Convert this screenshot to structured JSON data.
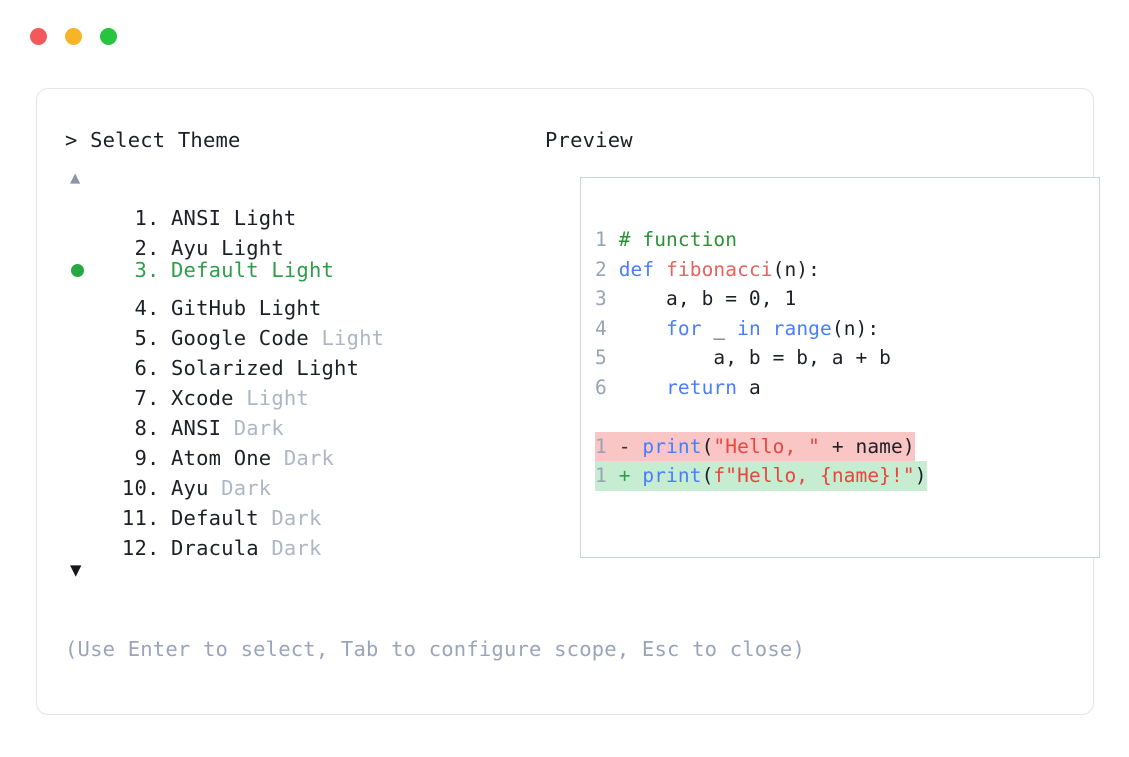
{
  "window": {
    "traffic_lights": [
      {
        "name": "close",
        "color": "#f3595b"
      },
      {
        "name": "minimize",
        "color": "#f5b527"
      },
      {
        "name": "maximize",
        "color": "#27c440"
      }
    ]
  },
  "prompt": {
    "caret": ">",
    "title": "Select Theme"
  },
  "preview": {
    "label": "Preview"
  },
  "scroll": {
    "up_icon": "▲",
    "down_icon": "▼"
  },
  "selection": {
    "selected_index": 3,
    "bullet_color": "#27a844",
    "selected_color": "#2e9e4a"
  },
  "themes": [
    {
      "index": "1",
      "dot": ".",
      "name": "ANSI",
      "variant": "Light",
      "variant_dim": false,
      "selected": false
    },
    {
      "index": "2",
      "dot": ".",
      "name": "Ayu",
      "variant": "Light",
      "variant_dim": false,
      "selected": false
    },
    {
      "index": "3",
      "dot": ".",
      "name": "Default",
      "variant": "Light",
      "variant_dim": false,
      "selected": true
    },
    {
      "index": "4",
      "dot": ".",
      "name": "GitHub",
      "variant": "Light",
      "variant_dim": false,
      "selected": false
    },
    {
      "index": "5",
      "dot": ".",
      "name": "Google Code",
      "variant": "Light",
      "variant_dim": true,
      "selected": false
    },
    {
      "index": "6",
      "dot": ".",
      "name": "Solarized",
      "variant": "Light",
      "variant_dim": false,
      "selected": false
    },
    {
      "index": "7",
      "dot": ".",
      "name": "Xcode",
      "variant": "Light",
      "variant_dim": true,
      "selected": false
    },
    {
      "index": "8",
      "dot": ".",
      "name": "ANSI",
      "variant": "Dark",
      "variant_dim": true,
      "selected": false
    },
    {
      "index": "9",
      "dot": ".",
      "name": "Atom One",
      "variant": "Dark",
      "variant_dim": true,
      "selected": false
    },
    {
      "index": "10",
      "dot": ".",
      "name": "Ayu",
      "variant": "Dark",
      "variant_dim": true,
      "selected": false
    },
    {
      "index": "11",
      "dot": ".",
      "name": "Default",
      "variant": "Dark",
      "variant_dim": true,
      "selected": false
    },
    {
      "index": "12",
      "dot": ".",
      "name": "Dracula",
      "variant": "Dark",
      "variant_dim": true,
      "selected": false
    }
  ],
  "code": {
    "lines": [
      {
        "num": "1",
        "tokens": [
          {
            "t": "# function",
            "c": "comment"
          }
        ]
      },
      {
        "num": "2",
        "tokens": [
          {
            "t": "def ",
            "c": "kw"
          },
          {
            "t": "fibonacci",
            "c": "fn"
          },
          {
            "t": "(n):",
            "c": "plain"
          }
        ]
      },
      {
        "num": "3",
        "tokens": [
          {
            "t": "    a, b = 0, 1",
            "c": "plain"
          }
        ]
      },
      {
        "num": "4",
        "tokens": [
          {
            "t": "    ",
            "c": "plain"
          },
          {
            "t": "for",
            "c": "kw"
          },
          {
            "t": " _ ",
            "c": "plain"
          },
          {
            "t": "in range",
            "c": "kw"
          },
          {
            "t": "(n):",
            "c": "plain"
          }
        ]
      },
      {
        "num": "5",
        "tokens": [
          {
            "t": "        a, b = b, a + b",
            "c": "plain"
          }
        ]
      },
      {
        "num": "6",
        "tokens": [
          {
            "t": "    ",
            "c": "plain"
          },
          {
            "t": "return",
            "c": "kw"
          },
          {
            "t": " a",
            "c": "plain"
          }
        ]
      }
    ],
    "diff": [
      {
        "num": "1",
        "sign": "-",
        "kind": "del",
        "tokens": [
          {
            "t": "print",
            "c": "kw"
          },
          {
            "t": "(",
            "c": "plain"
          },
          {
            "t": "\"Hello, \"",
            "c": "str"
          },
          {
            "t": " + name)",
            "c": "plain"
          }
        ]
      },
      {
        "num": "1",
        "sign": "+",
        "kind": "add",
        "tokens": [
          {
            "t": "print",
            "c": "kw"
          },
          {
            "t": "(",
            "c": "plain"
          },
          {
            "t": "f\"Hello, {name}!\"",
            "c": "str"
          },
          {
            "t": ")",
            "c": "plain"
          }
        ]
      }
    ]
  },
  "hint": {
    "text": "(Use Enter to select, Tab to configure scope, Esc to close)"
  }
}
